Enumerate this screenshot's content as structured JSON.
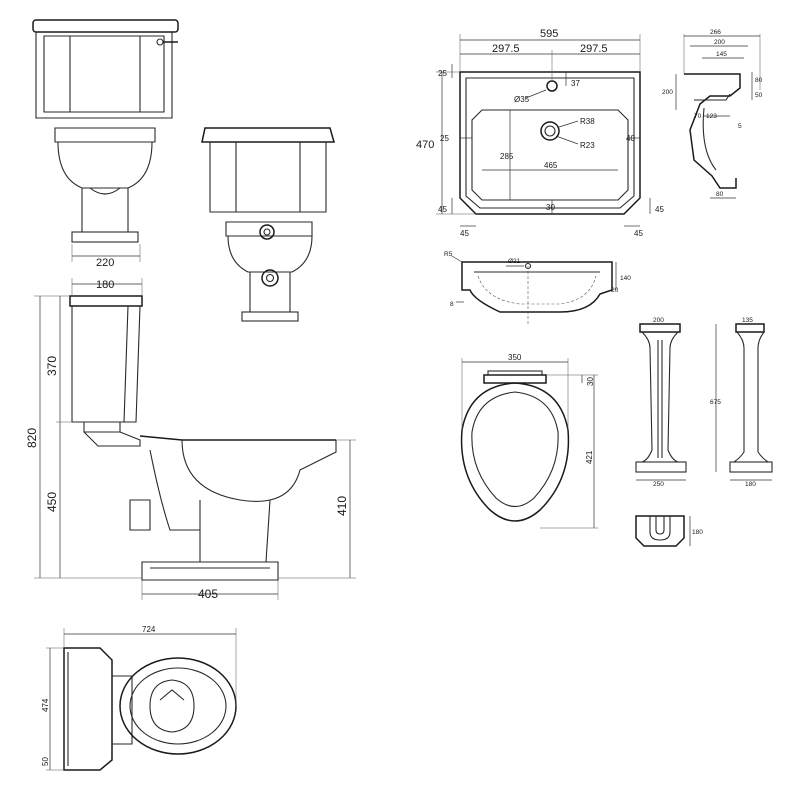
{
  "toilet": {
    "front_width": "220",
    "cistern_width": "180",
    "cistern_height": "370",
    "total_height": "820",
    "pan_height": "450",
    "rim_height": "410",
    "pan_depth": "405",
    "plan_length": "724",
    "plan_width": "474",
    "plan_offset": "50"
  },
  "basin": {
    "width": "595",
    "half_left": "297.5",
    "half_right": "297.5",
    "depth": "470",
    "top_margin": "25",
    "tap_hole_dia": "Ø35",
    "tap_offset": "37",
    "waste_r_outer": "R38",
    "waste_r_inner": "R23",
    "bowl_depth": "285",
    "bowl_width": "465",
    "side_left": "25",
    "side_right": "40",
    "bottom_gap": "30",
    "corner_left_v": "45",
    "corner_left_h": "45",
    "corner_right_v": "45",
    "corner_right_h": "45",
    "side_total": "266",
    "side_200": "200",
    "side_145": "145",
    "side_80": "80",
    "side_height": "200",
    "side_50": "50",
    "side_70": "70",
    "side_123": "123",
    "side_5": "5",
    "side_base": "80",
    "sec_r5": "R5",
    "sec_overflow": "Ø21",
    "sec_140": "140",
    "sec_20": "20",
    "sec_8": "8"
  },
  "seat": {
    "width": "350",
    "depth": "421",
    "hinge": "30"
  },
  "pedestal": {
    "top_front": "200",
    "top_side": "135",
    "height": "675",
    "base_front": "250",
    "base_side": "180",
    "plan_depth": "180"
  }
}
